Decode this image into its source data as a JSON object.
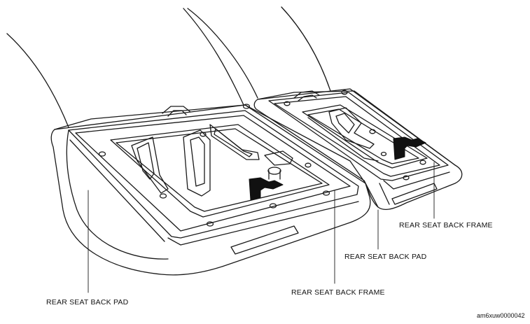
{
  "labels": {
    "left_pad": "REAR SEAT BACK PAD",
    "left_frame": "REAR SEAT BACK FRAME",
    "right_pad": "REAR SEAT BACK PAD",
    "right_frame": "REAR SEAT BACK FRAME"
  },
  "figure_code": "am6xuw0000042",
  "colors": {
    "line": "#1a1a1a",
    "arrow": "#111111",
    "background": "#ffffff"
  }
}
